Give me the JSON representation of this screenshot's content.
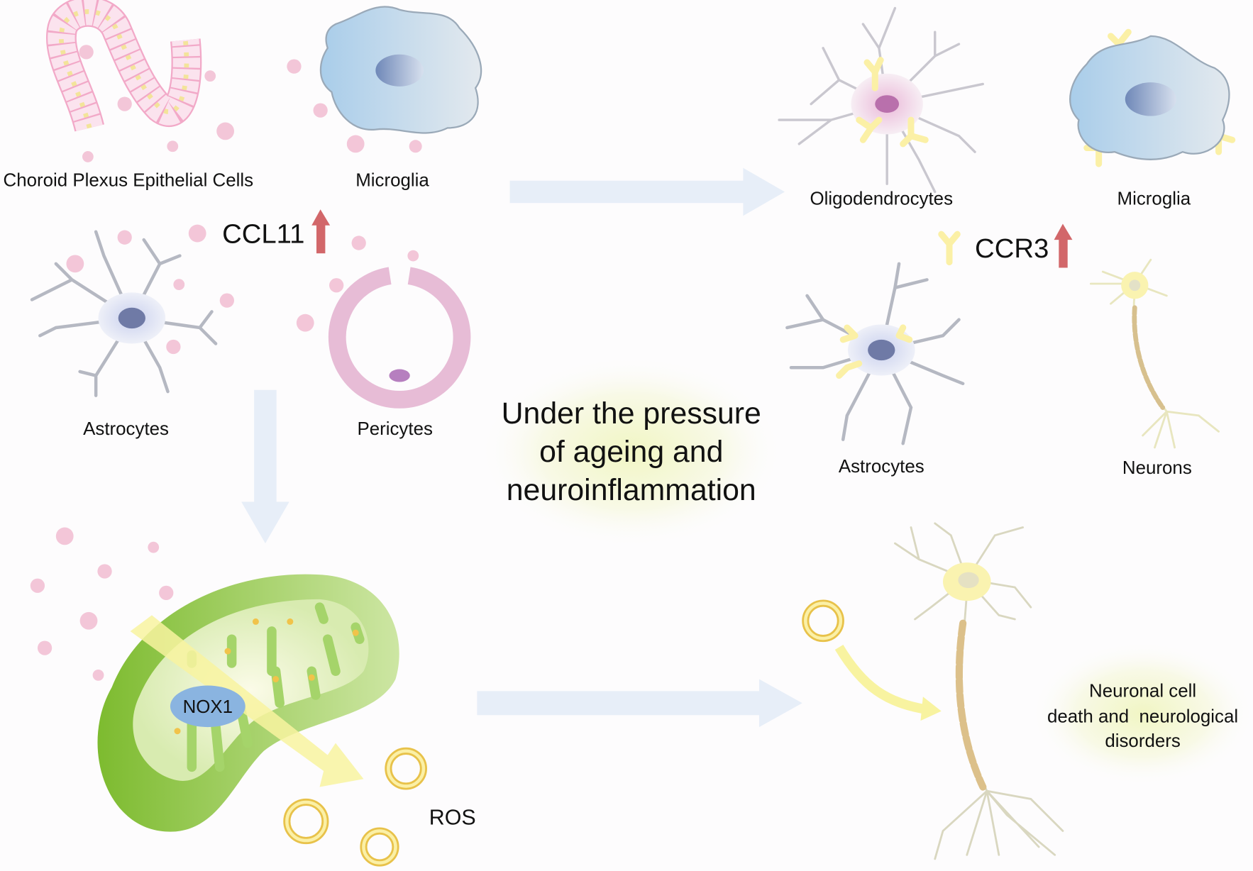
{
  "top_left": {
    "choroid_label": "Choroid Plexus Epithelial Cells",
    "microglia_label": "Microglia",
    "astrocytes_label": "Astrocytes",
    "pericytes_label": "Pericytes",
    "ccl11_label": "CCL11"
  },
  "top_right": {
    "oligodendrocytes_label": "Oligodendrocytes",
    "microglia_label": "Microglia",
    "astrocytes_label": "Astrocytes",
    "neurons_label": "Neurons",
    "ccr3_label": "CCR3"
  },
  "center": {
    "lines": [
      "Under the pressure",
      "of ageing and",
      "neuroinflammation"
    ]
  },
  "bottom_left": {
    "nox1_label": "NOX1",
    "ros_label": "ROS"
  },
  "bottom_right": {
    "outcome_lines": [
      "Neuronal cell",
      "death and  neurological",
      "disorders"
    ]
  },
  "colors": {
    "up_arrow": "#d2676a",
    "flow_arrow": "#e7eef8",
    "ccl11_dot": "#f3c6d8",
    "receptor": "#fbf0a6",
    "mitochondrion": "#8cc63f",
    "ros_ring": "#e8c24a"
  }
}
